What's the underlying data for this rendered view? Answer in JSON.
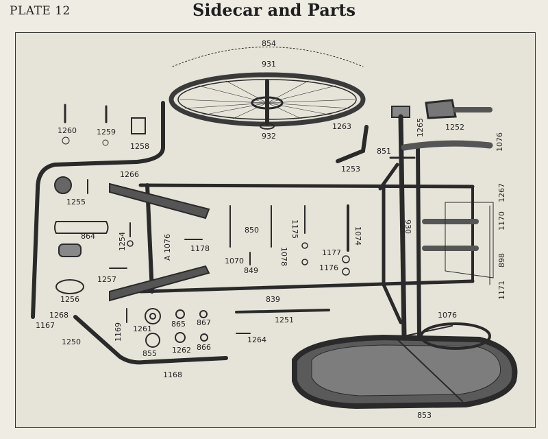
{
  "header": {
    "plate": "PLATE 12",
    "title": "Sidecar and Parts"
  },
  "labels": [
    {
      "id": "854",
      "text": "854"
    },
    {
      "id": "931",
      "text": "931"
    },
    {
      "id": "932",
      "text": "932"
    },
    {
      "id": "1263",
      "text": "1263"
    },
    {
      "id": "1252",
      "text": "1252"
    },
    {
      "id": "1265",
      "text": "1265"
    },
    {
      "id": "851",
      "text": "851"
    },
    {
      "id": "1253",
      "text": "1253"
    },
    {
      "id": "1076a",
      "text": "1076"
    },
    {
      "id": "1260",
      "text": "1260"
    },
    {
      "id": "1259",
      "text": "1259"
    },
    {
      "id": "1258",
      "text": "1258"
    },
    {
      "id": "1266",
      "text": "1266"
    },
    {
      "id": "1255",
      "text": "1255"
    },
    {
      "id": "864",
      "text": "864"
    },
    {
      "id": "1254",
      "text": "1254"
    },
    {
      "id": "1257",
      "text": "1257"
    },
    {
      "id": "1256",
      "text": "1256"
    },
    {
      "id": "a1076",
      "text": "A 1076"
    },
    {
      "id": "1178",
      "text": "1178"
    },
    {
      "id": "850",
      "text": "850"
    },
    {
      "id": "1078",
      "text": "1078"
    },
    {
      "id": "1175",
      "text": "1175"
    },
    {
      "id": "1074",
      "text": "1074"
    },
    {
      "id": "1070",
      "text": "1070"
    },
    {
      "id": "849",
      "text": "849"
    },
    {
      "id": "1177",
      "text": "1177"
    },
    {
      "id": "1176",
      "text": "1176"
    },
    {
      "id": "930",
      "text": "930"
    },
    {
      "id": "1267",
      "text": "1267"
    },
    {
      "id": "1170",
      "text": "1170"
    },
    {
      "id": "898",
      "text": "898"
    },
    {
      "id": "1171",
      "text": "1171"
    },
    {
      "id": "839",
      "text": "839"
    },
    {
      "id": "1268",
      "text": "1268"
    },
    {
      "id": "1167",
      "text": "1167"
    },
    {
      "id": "1250",
      "text": "1250"
    },
    {
      "id": "1169",
      "text": "1169"
    },
    {
      "id": "1261",
      "text": "1261"
    },
    {
      "id": "865",
      "text": "865"
    },
    {
      "id": "867",
      "text": "867"
    },
    {
      "id": "1251",
      "text": "1251"
    },
    {
      "id": "855",
      "text": "855"
    },
    {
      "id": "1262",
      "text": "1262"
    },
    {
      "id": "866",
      "text": "866"
    },
    {
      "id": "1264",
      "text": "1264"
    },
    {
      "id": "1168",
      "text": "1168"
    },
    {
      "id": "1076b",
      "text": "1076"
    },
    {
      "id": "853",
      "text": "853"
    }
  ]
}
